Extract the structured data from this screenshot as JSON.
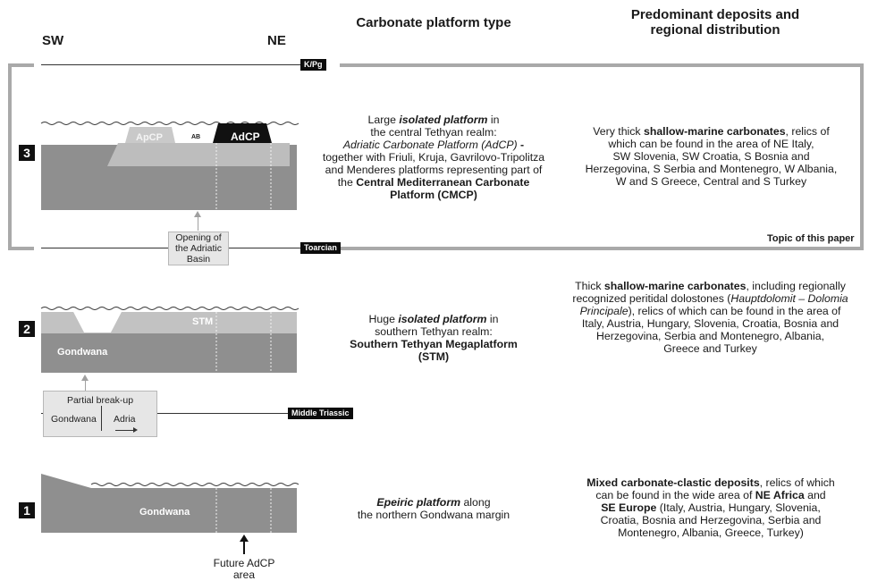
{
  "header": {
    "sw": "SW",
    "ne": "NE",
    "col_type": "Carbonate platform type",
    "col_deposits_line1": "Predominant deposits and",
    "col_deposits_line2": "regional distribution"
  },
  "markers": {
    "kpg": "K/Pg",
    "toarcian": "Toarcian",
    "middle_triassic": "Middle Triassic"
  },
  "topic_label": "Topic of this paper",
  "stage3": {
    "number": "3",
    "labels": {
      "apcp": "ApCP",
      "ab": "AB",
      "adcp": "AdCP"
    },
    "box": [
      "Opening of",
      "the Adriatic",
      "Basin"
    ],
    "type_text": [
      "Large ",
      "isolated platform",
      " in",
      "the central Tethyan realm:",
      "Adriatic Carbonate Platform (AdCP)",
      " -",
      "together with Friuli, Kruja, Gavrilovo-Tripolitza",
      "and Menderes platforms representing part of",
      "the ",
      "Central Mediterranean Carbonate",
      "Platform (CMCP)"
    ],
    "deposit_text": [
      "Very thick ",
      "shallow-marine carbonates",
      ", relics of",
      "which can be found in the area of NE Italy,",
      "SW Slovenia, SW Croatia, S Bosnia and",
      "Herzegovina, S Serbia and Montenegro, W Albania,",
      "W and S Greece, Central and S Turkey"
    ]
  },
  "stage2": {
    "number": "2",
    "labels": {
      "stm": "STM",
      "gondwana": "Gondwana"
    },
    "box": {
      "title": "Partial break-up",
      "left": "Gondwana",
      "right": "Adria"
    },
    "type_text": [
      "Huge ",
      "isolated platform",
      " in",
      "southern Tethyan realm:",
      "Southern Tethyan Megaplatform",
      "(STM)"
    ],
    "deposit_text": [
      "Thick ",
      "shallow-marine carbonates",
      ", including regionally",
      "recognized peritidal dolostones (",
      "Hauptdolomit – Dolomia",
      "Principale",
      "), relics of which can be found in the area of",
      "Italy, Austria, Hungary, Slovenia, Croatia, Bosnia and",
      "Herzegovina, Serbia and Montenegro, Albania,",
      "Greece and Turkey"
    ]
  },
  "stage1": {
    "number": "1",
    "labels": {
      "gondwana": "Gondwana",
      "future": [
        "Future AdCP",
        "area"
      ]
    },
    "type_text": [
      "Epeiric platform",
      " along",
      "the northern Gondwana margin"
    ],
    "deposit_text": [
      "Mixed carbonate-clastic deposits",
      ", relics of which",
      "can be found in the wide area of ",
      "NE Africa",
      " and",
      "SE Europe",
      " (Italy, Austria, Hungary, Slovenia,",
      "Croatia, Bosnia and Herzegovina, Serbia and",
      "Montenegro, Albania, Greece, Turkey)"
    ]
  }
}
